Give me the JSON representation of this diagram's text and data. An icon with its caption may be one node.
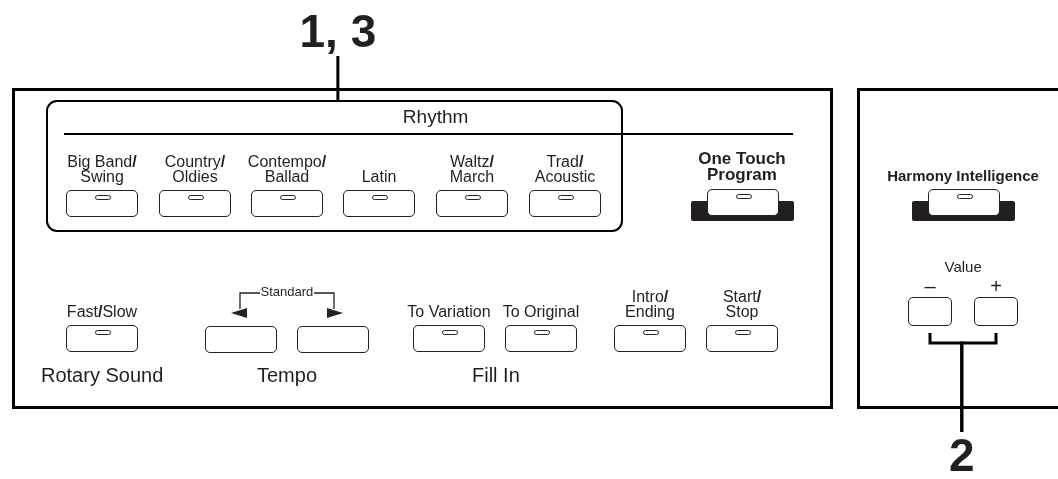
{
  "diagram": {
    "nodes": [
      {
        "text": [
          "1, 3"
        ]
      },
      {
        "text": [
          "Rhythm"
        ]
      },
      {
        "text": [
          "Big Band**/** Swing"
        ],
        "in": 1
      },
      {
        "text": [
          "Country**/** Oldies"
        ],
        "in": 1
      },
      {
        "text": [
          "Contempo**/** Ballad"
        ],
        "in": 1
      },
      {
        "text": [
          "Latin"
        ],
        "in": 1
      },
      {
        "text": [
          "Waltz**/** March"
        ],
        "in": 1
      },
      {
        "text": [
          "Trad**/** Acoustic"
        ],
        "in": 1
      },
      {
        "text": [
          "One Touch Program"
        ]
      },
      {
        "text": [
          "Fast**/**Slow"
        ]
      },
      {
        "text": [],
        "shape": "box"
      },
      {
        "text": [],
        "shape": "box"
      },
      {
        "text": [
          "To Variation"
        ]
      },
      {
        "text": [
          "To Original"
        ]
      },
      {
        "text": [
          "Intro**/** Ending"
        ]
      },
      {
        "text": [
          "Start**/** Stop"
        ]
      },
      {
        "text": [
          "Harmony Intelligence"
        ]
      },
      {
        "text": [
          "–"
        ]
      },
      {
        "text": [
          "+"
        ]
      },
      {
        "text": [
          "2"
        ]
      }
    ],
    "edges": [
      {
        "from": 0,
        "to": 1,
        "arrow": "none"
      },
      {
        "from": 19,
        "to": 17,
        "arrow": "none"
      },
      {
        "from": 19,
        "to": 18,
        "arrow": "none"
      }
    ],
    "labels": [
      "Standard",
      "Rotary Sound",
      "Tempo",
      "Fill In",
      "Value"
    ]
  }
}
